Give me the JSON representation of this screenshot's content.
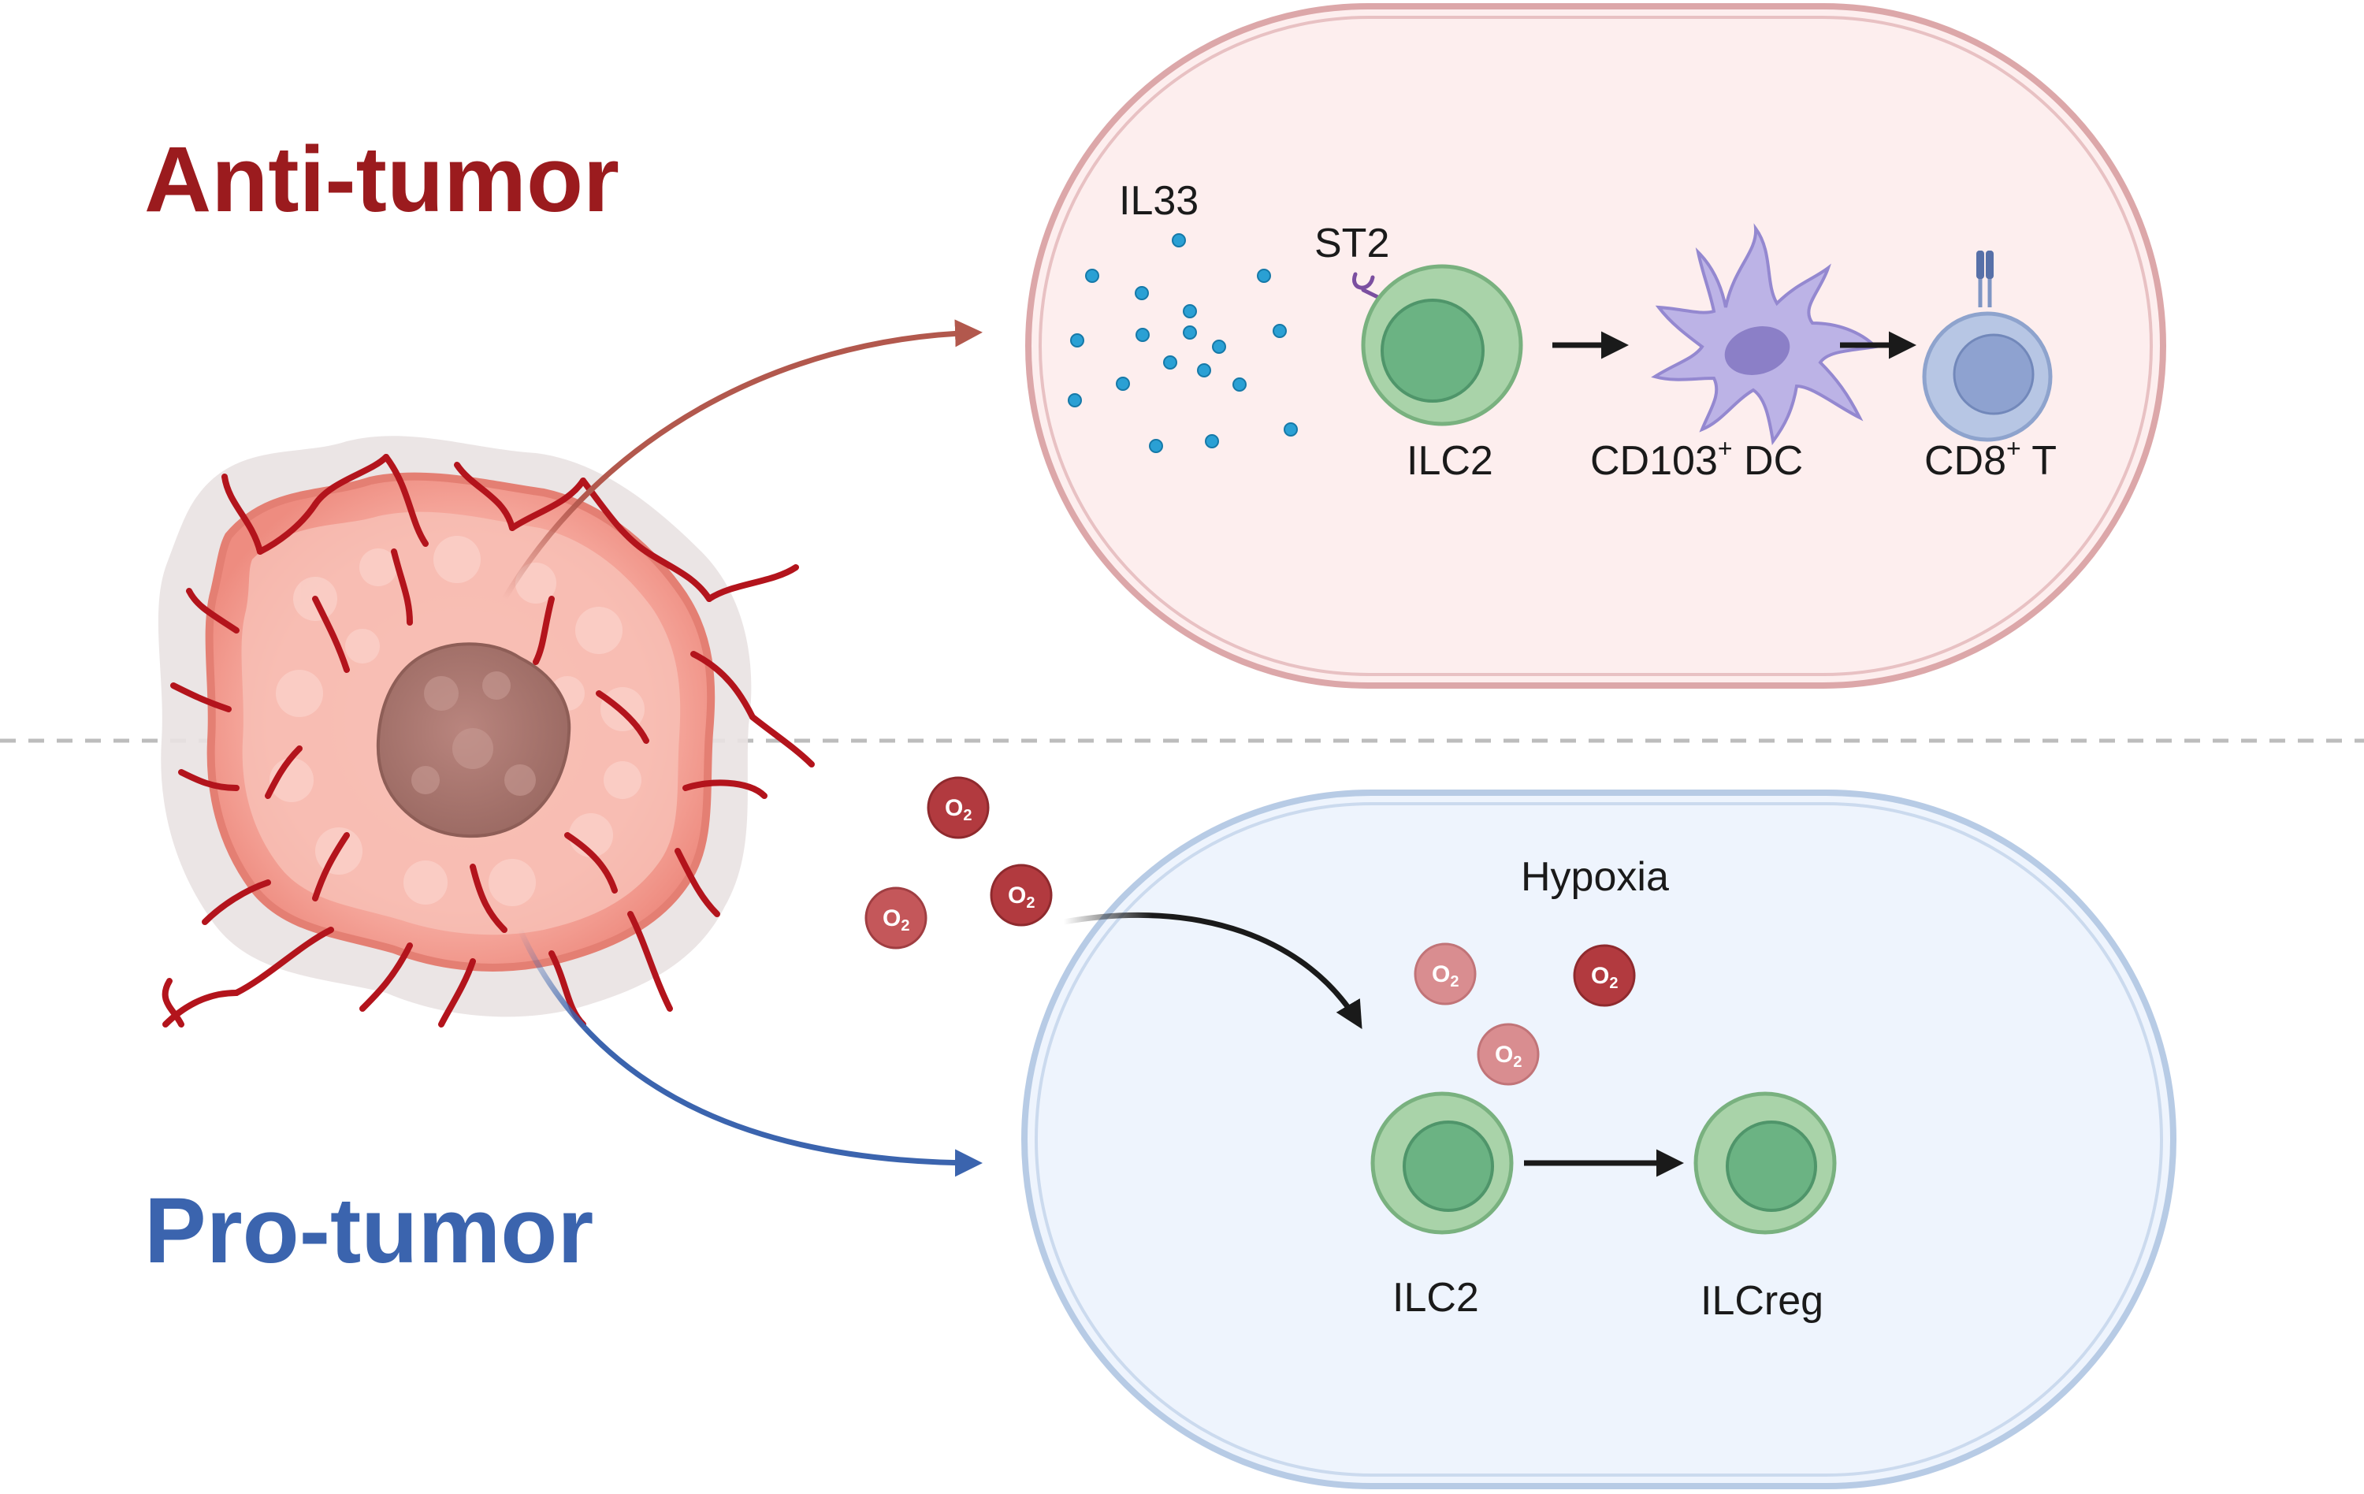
{
  "headings": {
    "anti": "Anti-tumor",
    "pro": "Pro-tumor"
  },
  "anti_panel": {
    "il33": "IL33",
    "st2": "ST2",
    "ilc2": "ILC2",
    "dc": {
      "main": "CD103",
      "sup": "+",
      "tail": " DC"
    },
    "cd8": {
      "main": "CD8",
      "sup": "+",
      "tail": " T"
    }
  },
  "pro_panel": {
    "hypoxia": "Hypoxia",
    "ilc2": "ILC2",
    "ilcreg": "ILCreg"
  },
  "oxygen": {
    "symbol": "O",
    "subscript": "2"
  },
  "colors": {
    "anti_red": "#9b1b1e",
    "pro_blue": "#3b64ae",
    "anti_panel_fill": "#fdeeee",
    "anti_panel_border": "#dca7a9",
    "pro_panel_fill": "#eef4fd",
    "pro_panel_border": "#b7cbe5",
    "ilc_outer": "#a9d3a9",
    "ilc_inner": "#6bb383",
    "il33_dot": "#2aa0d4",
    "o2_dark": "#b23a3f",
    "o2_light": "#d98d90"
  }
}
